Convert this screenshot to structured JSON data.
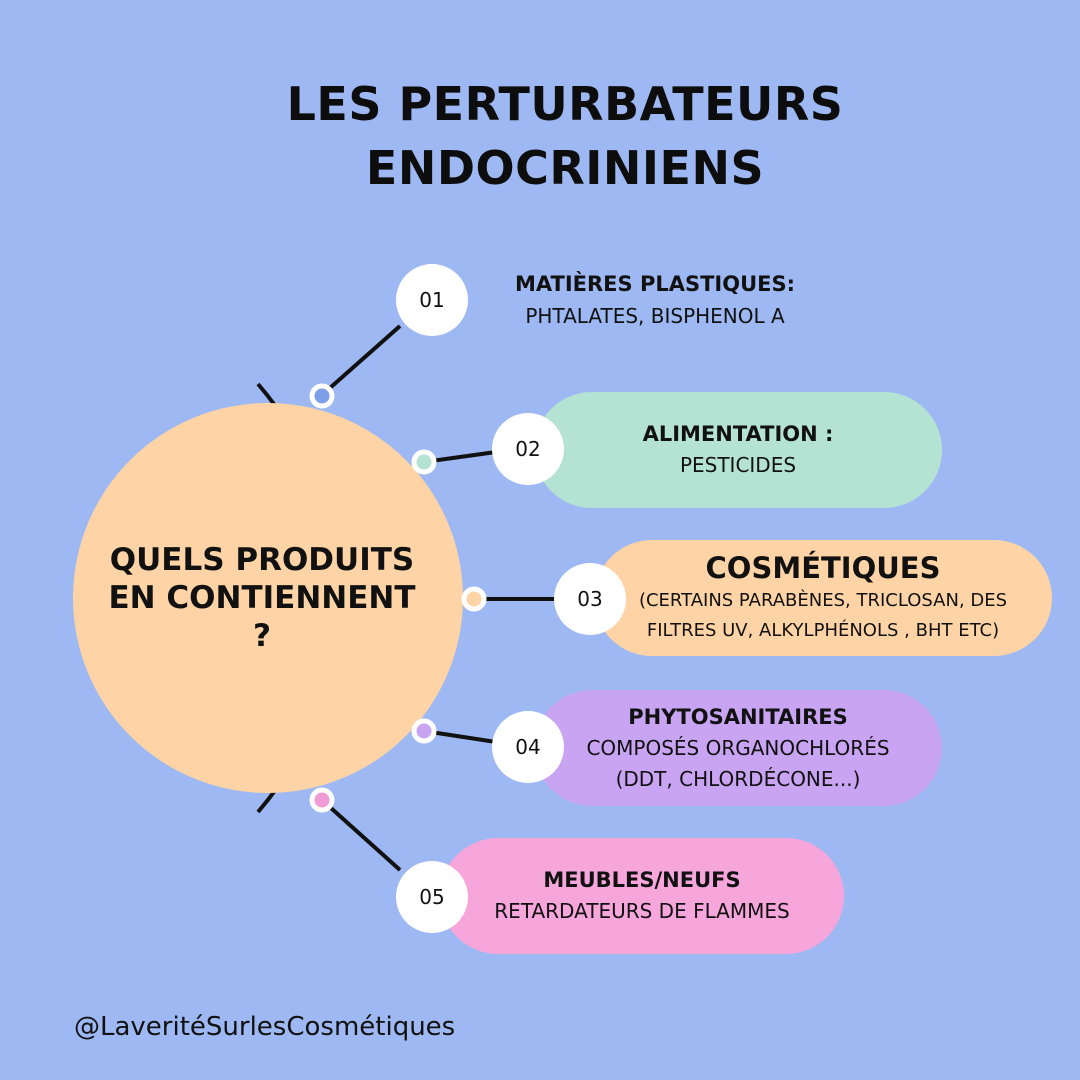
{
  "title": {
    "line1": "LES PERTURBATEURS",
    "line2": "ENDOCRINIENS"
  },
  "center": {
    "line1": "QUELS PRODUITS",
    "line2": "EN CONTIENNENT",
    "line3": "?"
  },
  "items": [
    {
      "number": "01",
      "title": "MATIÈRES PLASTIQUES:",
      "desc1": "PHTALATES, BISPHENOL A",
      "color": "#9db8f2",
      "dot_color": "#7d9ee8"
    },
    {
      "number": "02",
      "title": "ALIMENTATION :",
      "desc1": "PESTICIDES",
      "color": "#b5e3d3",
      "dot_color": "#b5e3d3"
    },
    {
      "number": "03",
      "title": "COSMÉTIQUES",
      "desc1": "(CERTAINS PARABÈNES, TRICLOSAN, DES",
      "desc2": "FILTRES UV, ALKYLPHÉNOLS , BHT ETC)",
      "color": "#fed4a6",
      "dot_color": "#fed4a6"
    },
    {
      "number": "04",
      "title": "PHYTOSANITAIRES",
      "desc1": "COMPOSÉS ORGANOCHLORÉS",
      "desc2": "(DDT, CHLORDÉCONE...)",
      "color": "#c8a4f2",
      "dot_color": "#c8a4f2"
    },
    {
      "number": "05",
      "title": "MEUBLES/NEUFS",
      "desc1": "RETARDATEURS DE FLAMMES",
      "color": "#f7a6dc",
      "dot_color": "#f19bd4"
    }
  ],
  "footer": {
    "handle": "@LaveritéSurlesCosmétiques"
  },
  "colors": {
    "background": "#9db8f2",
    "line": "#111111"
  }
}
